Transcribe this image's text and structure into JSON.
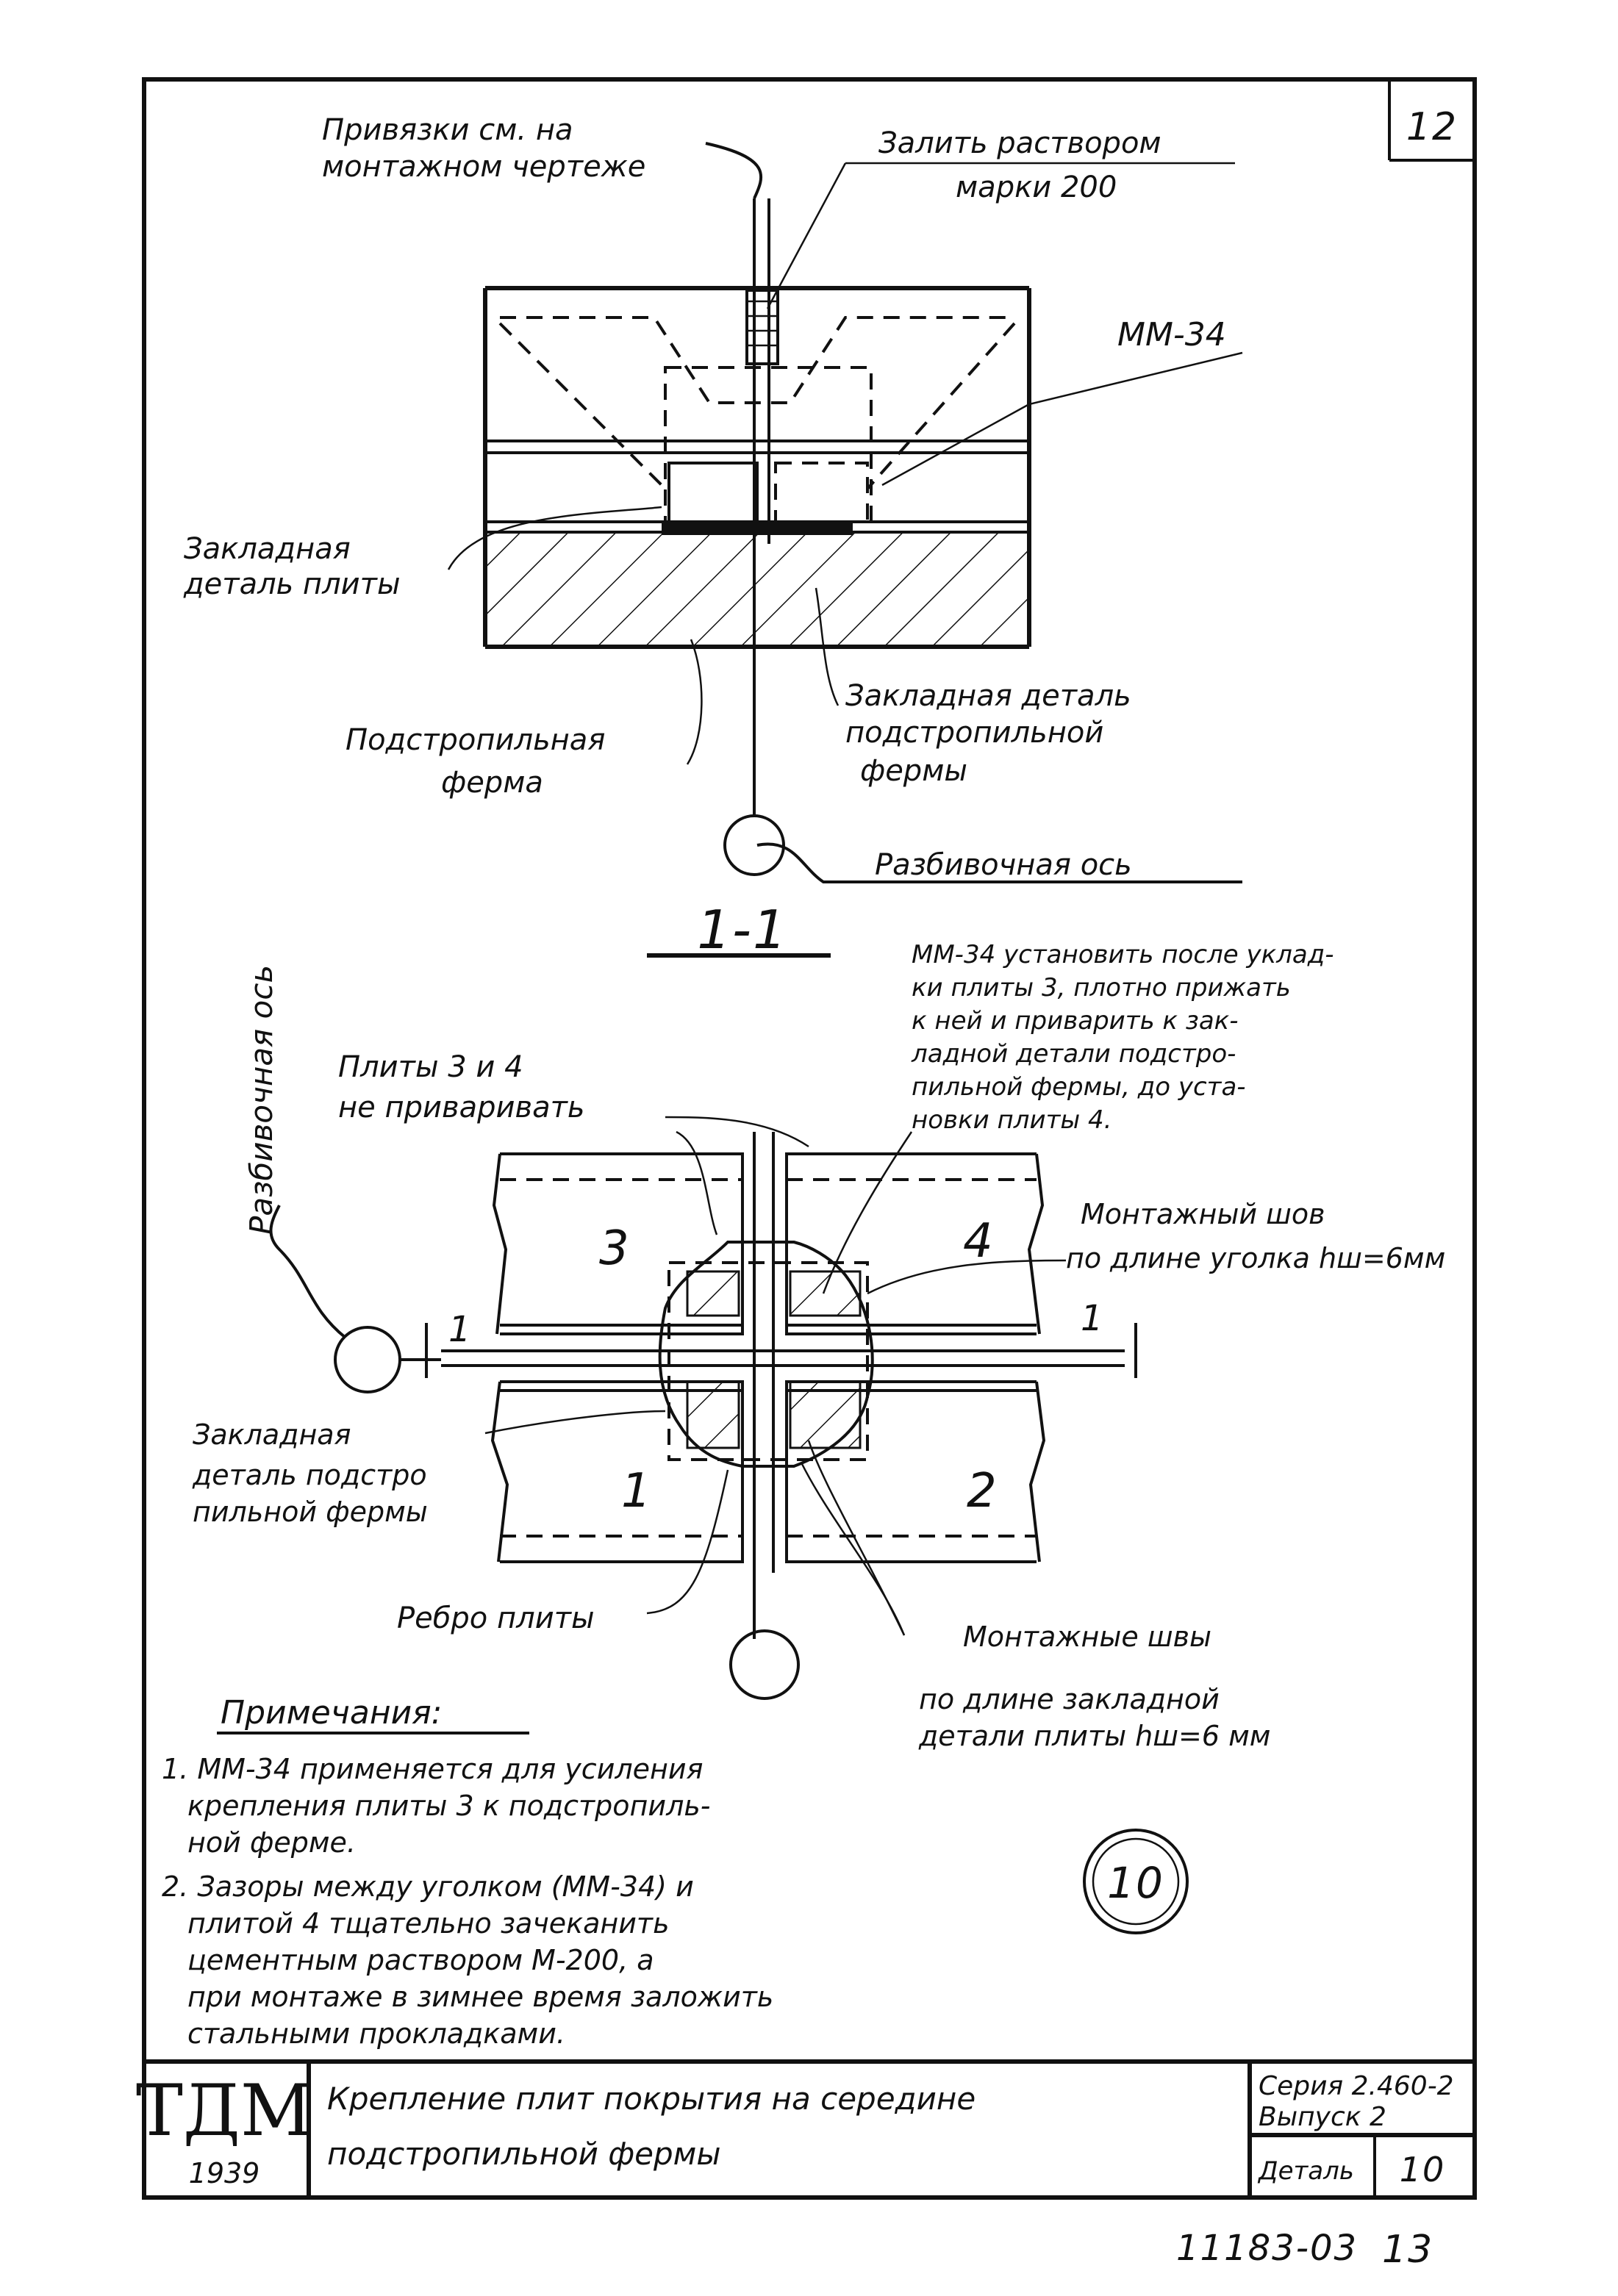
{
  "sheet": {
    "page_number": "12",
    "archive_number": "11183-03",
    "archive_page": "13"
  },
  "section_upper": {
    "label_bindings": "Привязки см. на монтажном чертеже",
    "label_grout": "Залить раствором марки 200",
    "label_mm34": "ММ-34",
    "label_embedded_plate": "Закладная деталь плиты",
    "label_truss": "Подстропильная ферма",
    "label_embedded_truss": "Закладная деталь подстропильной фермы",
    "label_axis": "Разбивочная ось",
    "section_title": "1-1"
  },
  "plan_lower": {
    "label_axis_vertical": "Разбивочная ось",
    "label_plates_34": "Плиты 3 и 4 не приваривать",
    "label_mm34_note": "ММ-34 установить после укладки плиты 3, плотно прижать к ней и приварить к закладной детали подстропильной фермы, до установки плиты 4.",
    "label_weld": "Монтажный шов по длине уголка hш=6мм",
    "label_embedded_truss": "Закладная деталь подстропильной фермы",
    "label_rib": "Ребро плиты",
    "label_welds_plate": "Монтажные швы по длине закладной детали плиты hш=6 мм",
    "plate_numbers": [
      "3",
      "4",
      "1",
      "2"
    ],
    "section_marks": [
      "1",
      "1"
    ]
  },
  "notes": {
    "title": "Примечания:",
    "items": [
      "1. ММ-34 применяется для усиления крепления плиты 3 к подстропильной ферме.",
      "2. Зазоры между уголком (ММ-34) и плитой 4 тщательно зачеканить цементным раствором М-200, а при монтаже в зимнее время заложить стальными прокладками."
    ],
    "detail_circle": "10"
  },
  "title_block": {
    "logo": "ТДМ",
    "year": "1939",
    "title_line1": "Крепление плит покрытия на середине",
    "title_line2": "подстропильной фермы",
    "series": "Серия 2.460-2",
    "issue": "Выпуск 2",
    "detail_label": "Деталь",
    "detail_value": "10"
  }
}
